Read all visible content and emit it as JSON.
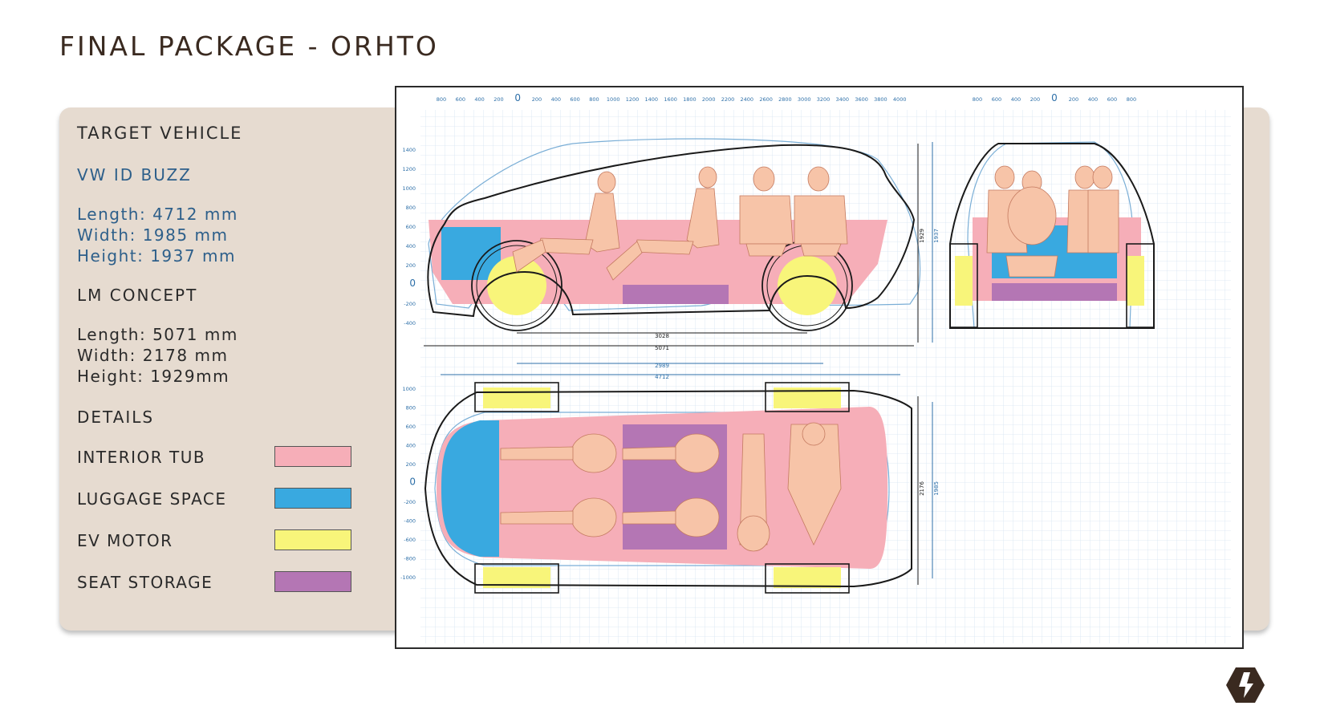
{
  "page": {
    "title": "FINAL PACKAGE - ORHTO"
  },
  "target": {
    "heading": "TARGET VEHICLE",
    "vehicle_name": "VW ID BUZZ",
    "length": "Length: 4712 mm",
    "width": "Width: 1985 mm",
    "height": "Height: 1937 mm"
  },
  "concept": {
    "heading": "LM CONCEPT",
    "length": "Length: 5071 mm",
    "width": "Width: 2178 mm",
    "height": "Height: 1929mm"
  },
  "details": {
    "heading": "DETAILS",
    "items": [
      {
        "label": "INTERIOR TUB",
        "color": "#f6aeb8"
      },
      {
        "label": "LUGGAGE SPACE",
        "color": "#39a9e0"
      },
      {
        "label": "EV MOTOR",
        "color": "#f8f57a"
      },
      {
        "label": "SEAT STORAGE",
        "color": "#b476b4"
      }
    ]
  },
  "drawing": {
    "top_ruler_side": [
      "800",
      "600",
      "400",
      "200",
      "0",
      "200",
      "400",
      "600",
      "800",
      "1000",
      "1200",
      "1400",
      "1600",
      "1800",
      "2000",
      "2200",
      "2400",
      "2600",
      "2800",
      "3000",
      "3200",
      "3400",
      "3600",
      "3800",
      "4000"
    ],
    "top_ruler_front": [
      "800",
      "600",
      "400",
      "200",
      "0",
      "200",
      "400",
      "600",
      "800"
    ],
    "side_left_ruler": [
      "1400",
      "1200",
      "1000",
      "800",
      "600",
      "400",
      "200",
      "0",
      "-200",
      "-400"
    ],
    "plan_left_ruler": [
      "1000",
      "800",
      "600",
      "400",
      "200",
      "0",
      "-200",
      "-400",
      "-600",
      "-800",
      "-1000"
    ],
    "dims": {
      "wheelbase_concept": "3028",
      "length_concept": "5071",
      "wheelbase_target": "2989",
      "length_target": "4712",
      "height_concept": "1929",
      "height_target": "1937",
      "width_concept": "2176",
      "width_target": "1985"
    },
    "colors": {
      "tub": "#f6aeb8",
      "luggage": "#39a9e0",
      "motor": "#f8f57a",
      "storage": "#b476b4",
      "skin": "#f7c4a8",
      "grid": "#cfe0ef",
      "ruler": "#2d6fa8"
    }
  }
}
